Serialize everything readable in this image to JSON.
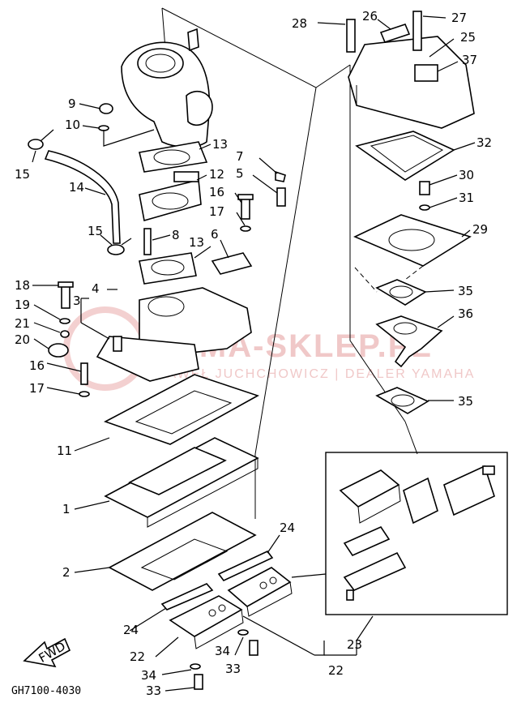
{
  "callouts": {
    "c1": "1",
    "c2": "2",
    "c3": "3",
    "c4": "4",
    "c5": "5",
    "c6": "6",
    "c7": "7",
    "c8": "8",
    "c9": "9",
    "c10": "10",
    "c11": "11",
    "c12": "12",
    "c13a": "13",
    "c13b": "13",
    "c14": "14",
    "c15a": "15",
    "c15b": "15",
    "c16a": "16",
    "c16b": "16",
    "c17a": "17",
    "c17b": "17",
    "c18": "18",
    "c19": "19",
    "c20": "20",
    "c21": "21",
    "c22a": "22",
    "c22b": "22",
    "c23": "23",
    "c24a": "24",
    "c24b": "24",
    "c25": "25",
    "c26": "26",
    "c27": "27",
    "c28": "28",
    "c29": "29",
    "c30": "30",
    "c31": "31",
    "c32": "32",
    "c33a": "33",
    "c33b": "33",
    "c34a": "34",
    "c34b": "34",
    "c35a": "35",
    "c35b": "35",
    "c36": "36",
    "c37": "37"
  },
  "fwd_label": "FWD",
  "diagram_code": "GH7100-4030",
  "watermark": {
    "line1": "YAMA-SKLEP.PL",
    "line2": "PAWEŁ JUCHCHOWICZ | DEALER YAMAHA"
  }
}
